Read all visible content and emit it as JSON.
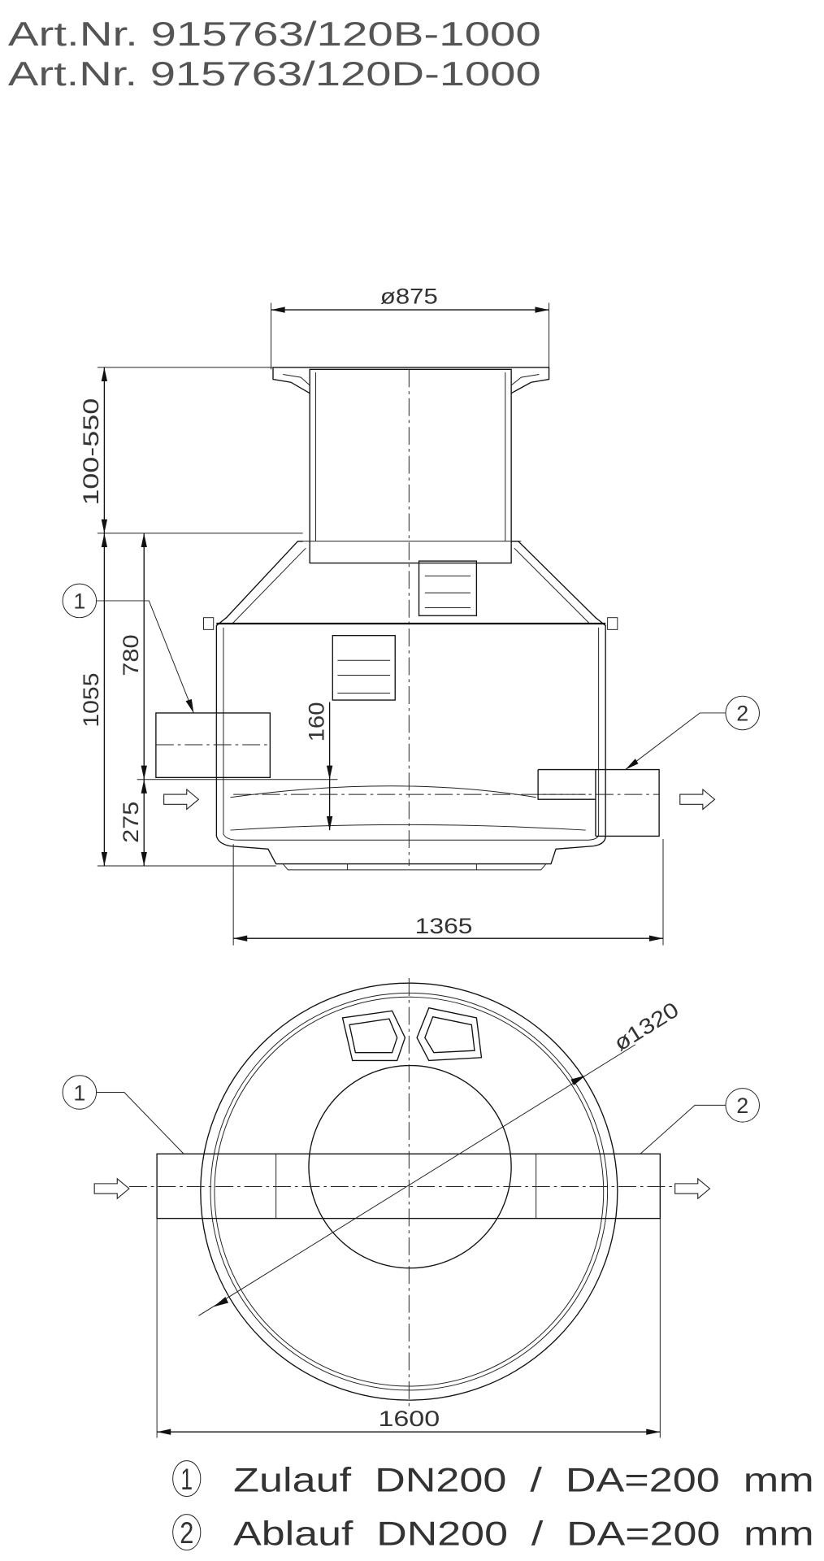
{
  "header": {
    "article_lines": [
      "Art.Nr. 915763/120B-1000",
      "Art.Nr. 915763/120D-1000"
    ]
  },
  "elevation": {
    "dim_top_diameter": "ø875",
    "dim_extension": "100-550",
    "dim_total_height": "1055",
    "dim_inlet_height": "780",
    "dim_outlet_bottom": "275",
    "dim_drop": "160",
    "dim_width": "1365",
    "callout_inlet": "1",
    "callout_outlet": "2"
  },
  "plan": {
    "dim_diameter": "ø1320",
    "dim_length": "1600",
    "callout_inlet": "1",
    "callout_outlet": "2"
  },
  "legend": [
    {
      "number": "1",
      "text": "Zulauf  DN200  /  DA=200  mm"
    },
    {
      "number": "2",
      "text": "Ablauf  DN200  /  DA=200  mm"
    }
  ]
}
